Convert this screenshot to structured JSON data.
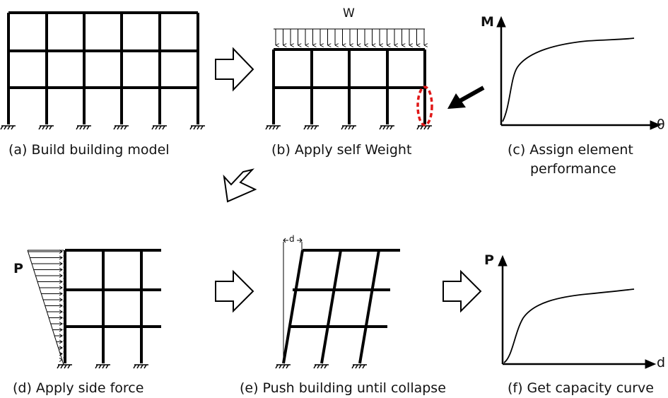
{
  "captions": {
    "a": "(a) Build building model",
    "b": "(b) Apply self Weight",
    "c_line1": "(c) Assign element",
    "c_line2": "performance",
    "d": "(d) Apply side force",
    "e": "(e) Push building until collapse",
    "f": "(f) Get capacity curve"
  },
  "labels": {
    "load_w": "W",
    "load_p": "P",
    "disp_d": "d",
    "graph_c_y": "M",
    "graph_c_x": "θ",
    "graph_f_y": "P",
    "graph_f_x": "d"
  },
  "colors": {
    "line": "#000000",
    "hinge_highlight": "#e01818"
  }
}
